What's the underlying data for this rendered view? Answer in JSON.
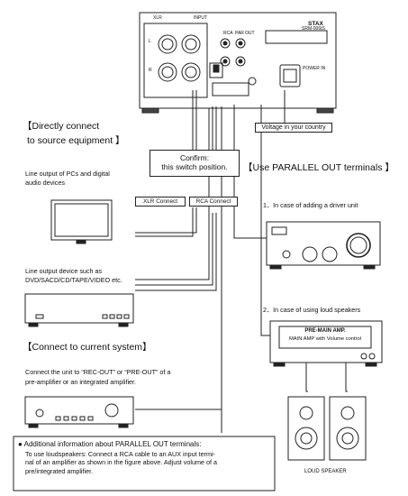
{
  "unit_panel": {
    "brand": "STAX",
    "model": "SRM-006tS",
    "xlr_label": "XLR",
    "rca_label": "RCA",
    "input_label": "INPUT",
    "par_label": "PAR",
    "out_label": "OUT",
    "l_label": "L",
    "r_label": "R",
    "power_label": "POWER IN"
  },
  "headings": {
    "direct": "【Directly connect",
    "direct2": "to source equipment 】",
    "parallel": "【Use PARALLEL OUT terminals 】",
    "current": "【Connect to current system】"
  },
  "labels": {
    "voltage": "Voltage in your country",
    "confirm": "Confirm:",
    "confirm2": "this switch position.",
    "xlr_connect": "XLR Connect",
    "rca_connect": "RCA Connect"
  },
  "texts": {
    "pc_line1": "Line output of PCs and digital",
    "pc_line2": "audio devices",
    "dvd_line1": "Line output device such as",
    "dvd_line2": "DVD/SACD/CD/TAPE/VIDEO etc.",
    "amp_line1": "Connect the unit to “REC-OUT” or “PRE-OUT” of a",
    "amp_line2": "pre-amplifier or an integrated amplifier.",
    "case1": "1．In case of adding a driver unit",
    "case2": "2．In case of using loud speakers",
    "premain1": "PRE-MAIN AMP.",
    "premain2": "MAIN AMP with Volume control",
    "loudspeaker": "LOUD SPEAKER"
  },
  "note": {
    "bullet_icon": "filled-circle",
    "title": "Additional information about PARALLEL OUT terminals:",
    "line1": "To use loudspeakers: Connect a RCA cable to an AUX input termi-",
    "line2": "nal of an amplifier as shown in the figure above.  Adjust volume of a",
    "line3": "pre/integrated amplifier."
  }
}
